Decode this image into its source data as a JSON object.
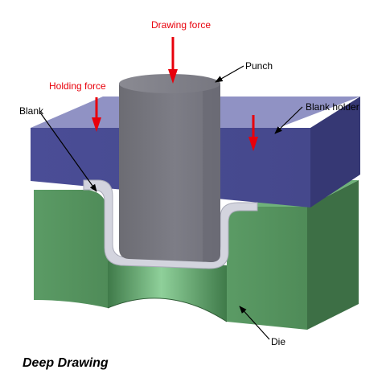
{
  "labels": {
    "drawing_force": "Drawing force",
    "punch": "Punch",
    "holding_force": "Holding force",
    "blank": "Blank",
    "blank_holder": "Blank holder",
    "die": "Die"
  },
  "caption": "Deep Drawing",
  "colors": {
    "force_arrow": "#e8000b",
    "blank_holder": "#4b4e99",
    "die": "#5a9a64",
    "punch": "#77777f",
    "blank": "#cfd0da"
  }
}
